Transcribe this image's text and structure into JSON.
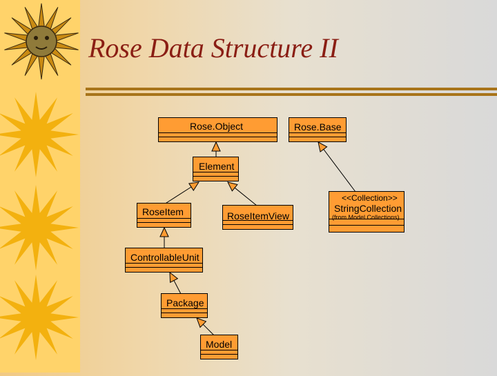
{
  "slide": {
    "title": "Rose Data Structure II"
  },
  "colors": {
    "class_fill": "#ff9c33",
    "title_color": "#8a1e14",
    "rule_color": "#a8741a",
    "sidebar_color": "#ffd36a",
    "star_color": "#f3b10f"
  },
  "icons": [
    "sun-face-icon",
    "sun-icon"
  ],
  "diagram": {
    "classes": {
      "rose_object": {
        "name": "Rose.Object"
      },
      "rose_base": {
        "name": "Rose.Base"
      },
      "element": {
        "name": "Element"
      },
      "rose_item": {
        "name": "RoseItem"
      },
      "rose_item_view": {
        "name": "RoseItemView"
      },
      "string_collection": {
        "stereotype": "<<Collection>>",
        "name": "StringCollection",
        "package_note": "(from Model Collections)"
      },
      "controllable_unit": {
        "name": "ControllableUnit"
      },
      "package": {
        "name": "Package"
      },
      "model": {
        "name": "Model"
      }
    }
  }
}
